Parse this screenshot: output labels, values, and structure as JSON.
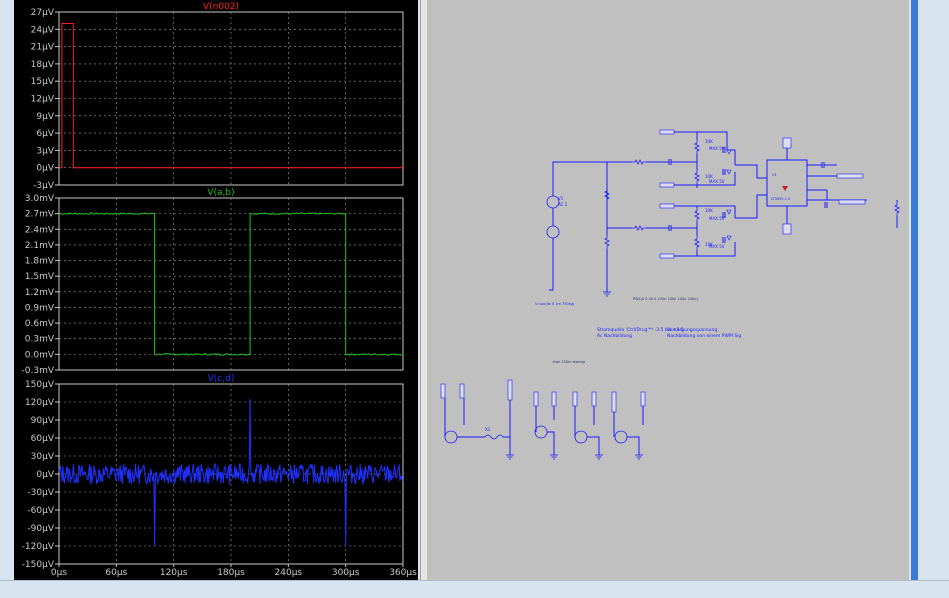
{
  "colors": {
    "trace1": "#ff2020",
    "trace2": "#20c020",
    "trace3": "#2030ff",
    "grid": "#a0a0a0",
    "wire": "#1a1aff",
    "schematic_bg": "#c0c0c0"
  },
  "panes": [
    {
      "title": "V(n002)",
      "color": "#ff2020",
      "ticks": [
        "27µV",
        "24µV",
        "21µV",
        "18µV",
        "15µV",
        "12µV",
        "9µV",
        "6µV",
        "3µV",
        "0µV",
        "-3µV"
      ],
      "ymin": -3,
      "ymax": 27
    },
    {
      "title": "V(a,b)",
      "color": "#20c020",
      "ticks": [
        "3.0mV",
        "2.7mV",
        "2.4mV",
        "2.1mV",
        "1.8mV",
        "1.5mV",
        "1.2mV",
        "0.9mV",
        "0.6mV",
        "0.3mV",
        "0.0mV",
        "-0.3mV"
      ],
      "ymin": -0.3,
      "ymax": 3.0
    },
    {
      "title": "V(c,d)",
      "color": "#2030ff",
      "ticks": [
        "150µV",
        "120µV",
        "90µV",
        "60µV",
        "30µV",
        "0µV",
        "-30µV",
        "-60µV",
        "-90µV",
        "-120µV",
        "-150µV"
      ],
      "ymin": -150,
      "ymax": 150
    }
  ],
  "xticks": [
    "0µs",
    "60µs",
    "120µs",
    "180µs",
    "240µs",
    "300µs",
    "360µs"
  ],
  "chart_data": [
    {
      "type": "line",
      "title": "V(n002)",
      "x": [
        0,
        3,
        3,
        15,
        15,
        360
      ],
      "values": [
        0,
        0,
        25,
        25,
        0,
        0
      ],
      "xlim": [
        0,
        360
      ],
      "ylim": [
        -3,
        27
      ]
    },
    {
      "type": "line",
      "title": "V(a,b)",
      "x": [
        0,
        100,
        100,
        200,
        200,
        300,
        300,
        360
      ],
      "values": [
        2.7,
        2.7,
        0.0,
        0.0,
        2.7,
        2.7,
        0.0,
        0.0
      ],
      "xlim": [
        0,
        360
      ],
      "ylim": [
        -0.3,
        3.0
      ]
    },
    {
      "type": "line",
      "title": "V(c,d)",
      "x": [
        0,
        100,
        100.5,
        200,
        200.5,
        300,
        300.5,
        360
      ],
      "values": [
        0,
        0,
        -120,
        0,
        125,
        0,
        -120,
        0
      ],
      "xlim": [
        0,
        360
      ],
      "ylim": [
        -150,
        150
      ]
    }
  ],
  "schematic": {
    "labels": {
      "ic_name": "LT3092-1.0",
      "ic_ref": "U1",
      "source_v1": "V1",
      "source_v1_val": "AC 1",
      "directive1": "V=sin(dc 0 1m 750kg)",
      "directive2": ".tran 150m startup",
      "note1": "Stromquelle 'Ctrl/Drug'** -3.5 bis +3.5",
      "note2": "Ac Nachbildung",
      "note3": "Versorgungsspannung",
      "note4": "Nachbildung von einem PWM Sig",
      "model_line": "PWL(0 0 40 0 100n 100n 100u 200u)"
    }
  }
}
